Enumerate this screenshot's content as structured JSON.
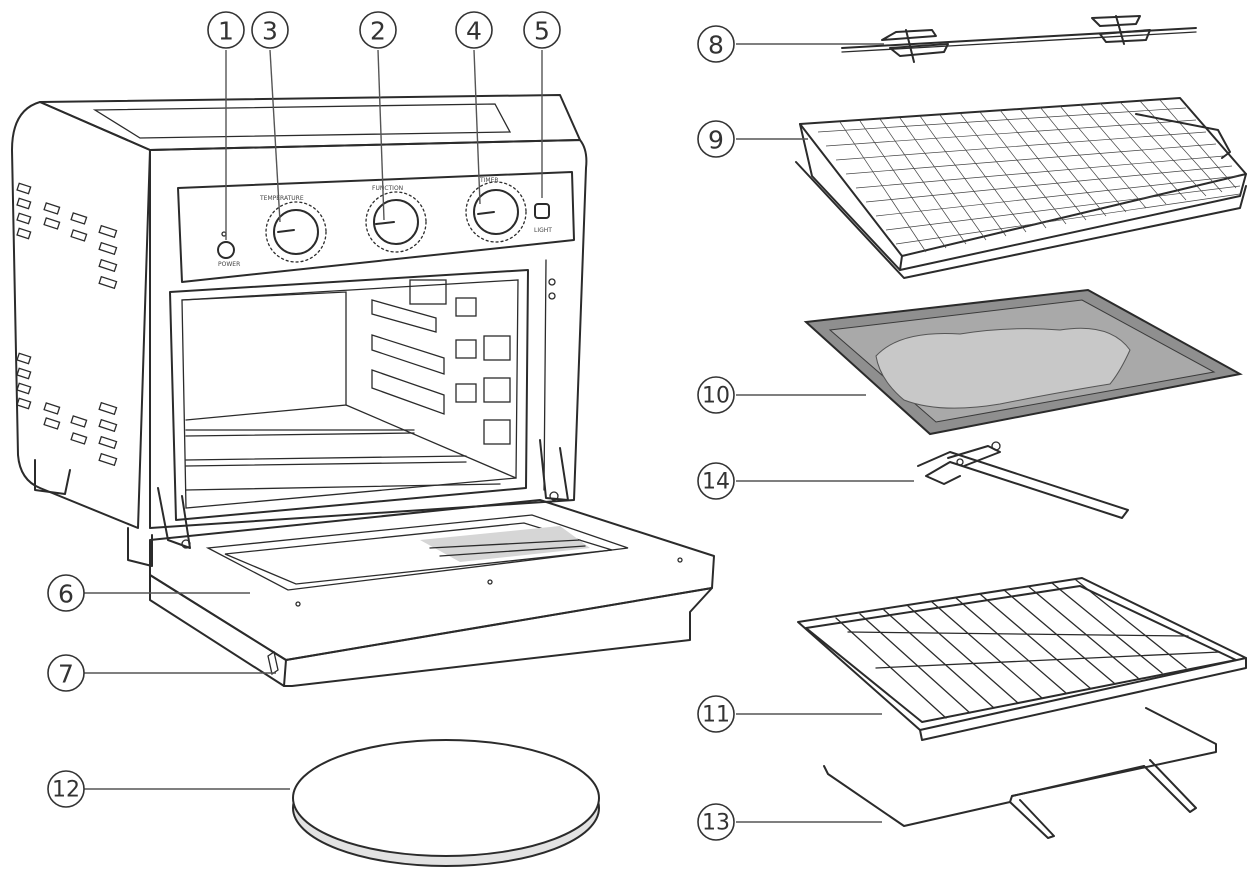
{
  "callouts": [
    {
      "id": "1",
      "label": "1"
    },
    {
      "id": "3",
      "label": "3"
    },
    {
      "id": "2",
      "label": "2"
    },
    {
      "id": "4",
      "label": "4"
    },
    {
      "id": "5",
      "label": "5"
    },
    {
      "id": "6",
      "label": "6"
    },
    {
      "id": "7",
      "label": "7"
    },
    {
      "id": "8",
      "label": "8"
    },
    {
      "id": "9",
      "label": "9"
    },
    {
      "id": "10",
      "label": "10"
    },
    {
      "id": "14",
      "label": "14"
    },
    {
      "id": "11",
      "label": "11"
    },
    {
      "id": "13",
      "label": "13"
    },
    {
      "id": "12",
      "label": "12"
    }
  ],
  "parts": {
    "oven": "air-fryer-oven-body",
    "rotisserie": "rotisserie-spit",
    "basket": "air-fry-basket",
    "tray": "baking-tray",
    "handle": "tray-handle",
    "rack": "wire-rack",
    "fork": "rotisserie-fork-lifter",
    "stone": "pizza-stone"
  },
  "colors": {
    "line": "#2b2b2b",
    "tray_fill": "#8f8f8f",
    "stone_fill": "#e2e2e2",
    "background": "#ffffff"
  }
}
